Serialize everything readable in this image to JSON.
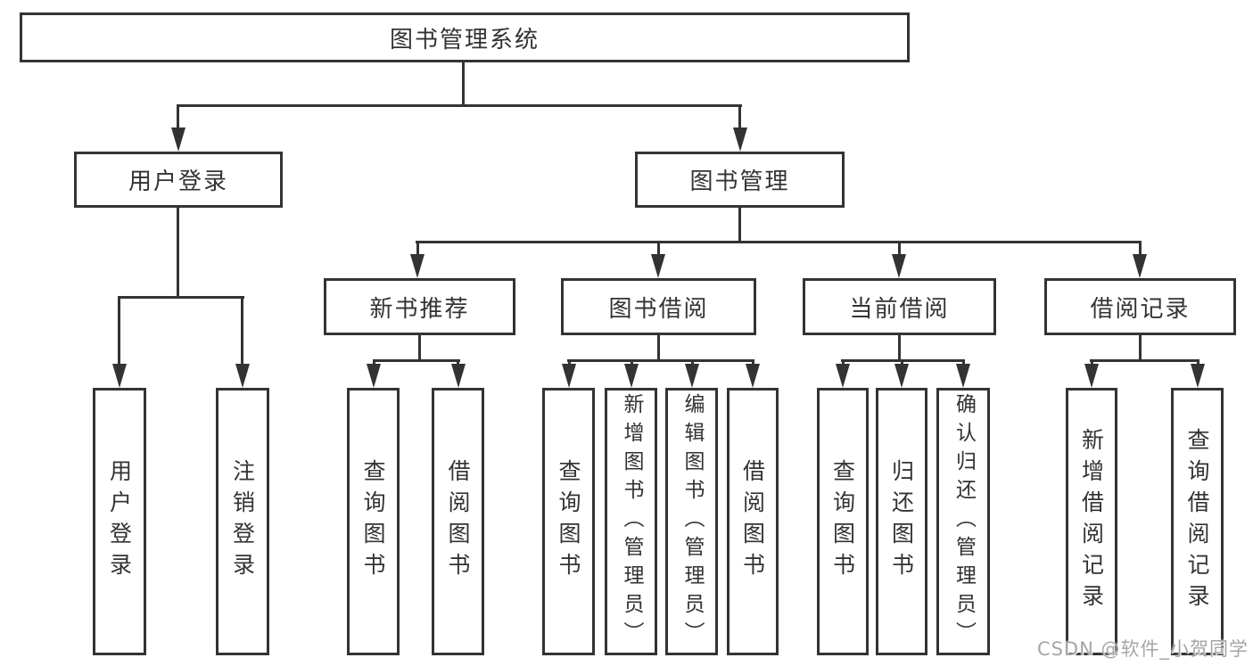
{
  "root": {
    "label": "图书管理系统"
  },
  "branches": [
    {
      "id": "user-login",
      "label": "用户登录",
      "children": [
        {
          "label": "用户登录"
        },
        {
          "label": "注销登录"
        }
      ]
    },
    {
      "id": "book-mgmt",
      "label": "图书管理",
      "sections": [
        {
          "label": "新书推荐",
          "children": [
            {
              "label": "查询图书"
            },
            {
              "label": "借阅图书"
            }
          ]
        },
        {
          "label": "图书借阅",
          "children": [
            {
              "label": "查询图书"
            },
            {
              "label": "新增图书（管理员）"
            },
            {
              "label": "编辑图书（管理员）"
            },
            {
              "label": "借阅图书"
            }
          ]
        },
        {
          "label": "当前借阅",
          "children": [
            {
              "label": "查询图书"
            },
            {
              "label": "归还图书"
            },
            {
              "label": "确认归还（管理员）"
            }
          ]
        },
        {
          "label": "借阅记录",
          "children": [
            {
              "label": "新增借阅记录"
            },
            {
              "label": "查询借阅记录"
            }
          ]
        }
      ]
    }
  ],
  "watermark": "CSDN @软件_小贺同学",
  "colors": {
    "line": "#333333",
    "text": "#333333",
    "background": "#ffffff",
    "watermark": "#a6a6a6"
  }
}
